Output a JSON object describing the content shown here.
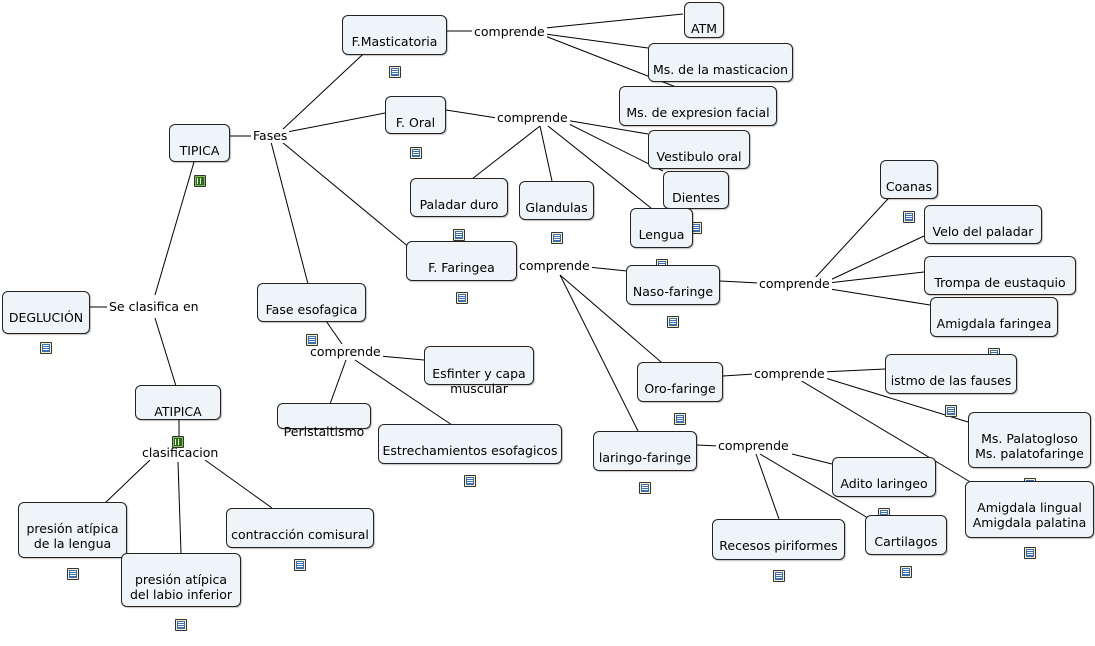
{
  "concepts": {
    "deglucion": "DEGLUCIÓN",
    "tipica": "TIPICA",
    "atipica": "ATIPICA",
    "f_masticatoria": "F.Masticatoria",
    "atm": "ATM",
    "ms_masticacion": "Ms. de la masticacion",
    "ms_expresion": "Ms. de expresion facial",
    "f_oral": "F. Oral",
    "vestibulo": "Vestibulo oral",
    "dientes": "Dientes",
    "lengua": "Lengua",
    "glandulas": "Glandulas",
    "paladar_duro": "Paladar duro",
    "f_faringea": "F. Faringea",
    "fase_esofagica": "Fase esofagica",
    "esfinter": "Esfinter y capa\nmuscular",
    "peristaltismo": "Peristaltismo",
    "estrechamientos": "Estrechamientos esofagicos",
    "naso_faringe": "Naso-faringe",
    "coanas": "Coanas",
    "velo": "Velo del paladar",
    "trompa": "Trompa de eustaquio",
    "amigdala_faringea": "Amigdala faringea",
    "oro_faringe": "Oro-faringe",
    "istmo": "istmo de las fauses",
    "ms_palatogloso": "Ms. Palatogloso\nMs. palatofaringe",
    "amigdala_lingual": "Amigdala lingual\nAmigdala palatina",
    "laringo_faringe": "laringo-faringe",
    "adito": "Adito laringeo",
    "cartilagos": "Cartilagos",
    "recesos": "Recesos piriformes",
    "presion_lengua": "presión atípica\nde la lengua",
    "presion_labio": "presión atípica\ndel labio inferior",
    "contraccion": "contracción comisural"
  },
  "linking_phrases": {
    "se_clasifica": "Se clasifica en",
    "fases": "Fases",
    "clasificacion": "clasificacion",
    "comprende_mast": "comprende",
    "comprende_oral": "comprende",
    "comprende_far": "comprende",
    "comprende_esof": "comprende",
    "comprende_naso": "comprende",
    "comprende_oro": "comprende",
    "comprende_lar": "comprende"
  },
  "style": {
    "node_fill": "#eef4f8",
    "node_border": "#222222",
    "line_color": "#000000"
  }
}
